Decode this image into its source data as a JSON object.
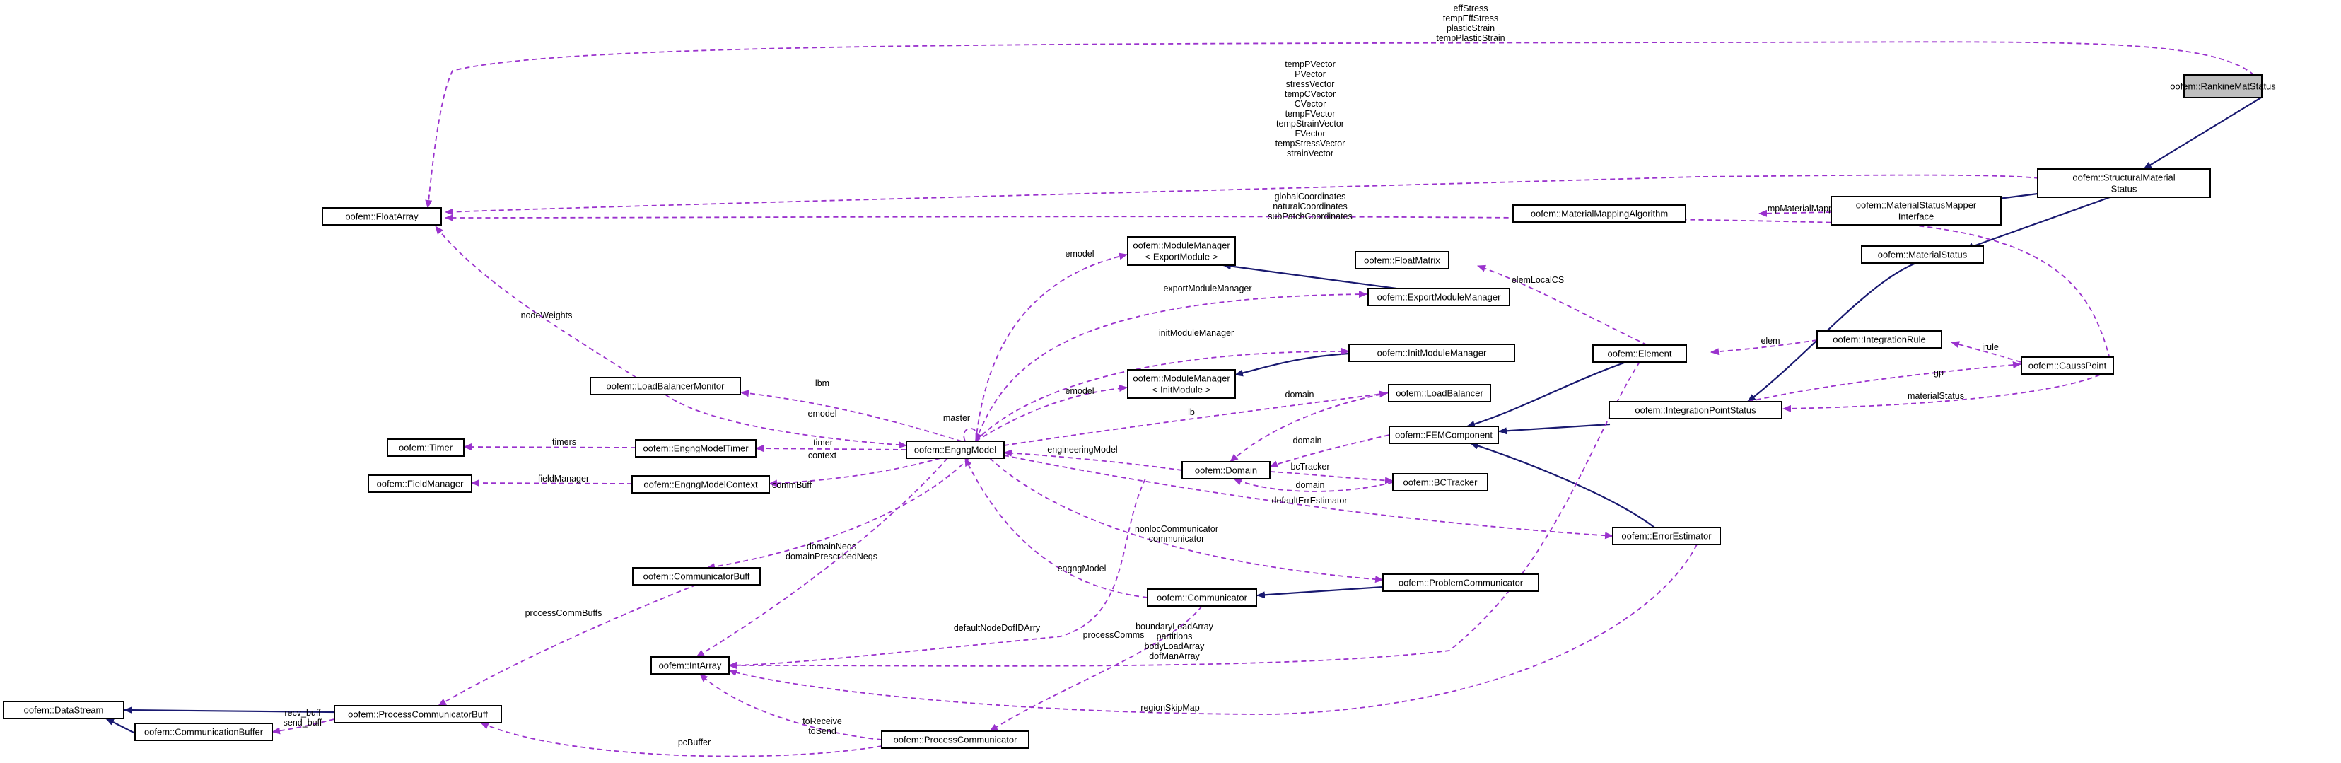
{
  "colors": {
    "inheritance": "#191970",
    "usage": "#9a32cd",
    "highlight": "#bfbfbf"
  },
  "nodes": {
    "rankine": [
      "oofem::RankineMatStatus"
    ],
    "structural": [
      "oofem::StructuralMaterial",
      "Status"
    ],
    "matstatus": [
      "oofem::MaterialStatus"
    ],
    "ipstatus": [
      "oofem::IntegrationPointStatus"
    ],
    "mapper": [
      "oofem::MaterialStatusMapper",
      "Interface"
    ],
    "mapalg": [
      "oofem::MaterialMappingAlgorithm"
    ],
    "floatarray": [
      "oofem::FloatArray"
    ],
    "gausspoint": [
      "oofem::GaussPoint"
    ],
    "intrule": [
      "oofem::IntegrationRule"
    ],
    "element": [
      "oofem::Element"
    ],
    "floatmatrix": [
      "oofem::FloatMatrix"
    ],
    "femcomp": [
      "oofem::FEMComponent"
    ],
    "errest": [
      "oofem::ErrorEstimator"
    ],
    "mm_export": [
      "oofem::ModuleManager",
      "< ExportModule >"
    ],
    "exportmm": [
      "oofem::ExportModuleManager"
    ],
    "initmm": [
      "oofem::InitModuleManager"
    ],
    "mm_init": [
      "oofem::ModuleManager",
      "< InitModule >"
    ],
    "loadbal": [
      "oofem::LoadBalancer"
    ],
    "domain": [
      "oofem::Domain"
    ],
    "bctracker": [
      "oofem::BCTracker"
    ],
    "lbmonitor": [
      "oofem::LoadBalancerMonitor"
    ],
    "engngmodel": [
      "oofem::EngngModel"
    ],
    "timer": [
      "oofem::Timer"
    ],
    "emtimer": [
      "oofem::EngngModelTimer"
    ],
    "fieldmgr": [
      "oofem::FieldManager"
    ],
    "emcontext": [
      "oofem::EngngModelContext"
    ],
    "commbuff": [
      "oofem::CommunicatorBuff"
    ],
    "intarray": [
      "oofem::IntArray"
    ],
    "communicator": [
      "oofem::Communicator"
    ],
    "problemcomm": [
      "oofem::ProblemCommunicator"
    ],
    "processcomm": [
      "oofem::ProcessCommunicator"
    ],
    "pcbuff": [
      "oofem::ProcessCommunicatorBuff"
    ],
    "datastream": [
      "oofem::DataStream"
    ],
    "commbuffer": [
      "oofem::CommunicationBuffer"
    ]
  },
  "edge_labels": {
    "rankine_floatarray": [
      "effStress",
      "tempEffStress",
      "plasticStrain",
      "tempPlasticStrain"
    ],
    "structural_floatarray": [
      "tempPVector",
      "PVector",
      "stressVector",
      "tempCVector",
      "CVector",
      "tempFVector",
      "tempStrainVector",
      "FVector",
      "tempStressVector",
      "strainVector"
    ],
    "gausspoint_floatarray": [
      "globalCoordinates",
      "naturalCoordinates",
      "subPatchCoordinates"
    ],
    "mapalg_mapper": [
      "mpMaterialMapper"
    ],
    "element_floatmatrix": [
      "elemLocalCS"
    ],
    "intrule_element": [
      "elem"
    ],
    "gausspoint_intrule": [
      "irule"
    ],
    "ipstatus_gausspoint": [
      "gp"
    ],
    "gausspoint_ipstatus": [
      "materialStatus"
    ],
    "lbmonitor_floatarray": [
      "nodeWeights"
    ],
    "engngmodel_mm_export": [
      "emodel"
    ],
    "engngmodel_exportmm": [
      "exportModuleManager"
    ],
    "engngmodel_initmm": [
      "initModuleManager"
    ],
    "engngmodel_mm_init": [
      "emodel"
    ],
    "engngmodel_loadbal": [
      "lb"
    ],
    "engngmodel_lbmonitor": [
      "lbm"
    ],
    "lbmonitor_engngmodel": [
      "emodel"
    ],
    "engngmodel_self": [
      "master"
    ],
    "emtimer_timer": [
      "timers"
    ],
    "engngmodel_emtimer": [
      "timer"
    ],
    "emcontext_fieldmgr": [
      "fieldManager"
    ],
    "engngmodel_emcontext": [
      "context"
    ],
    "domain_engngmodel": [
      "engineeringModel"
    ],
    "loadbal_domain": [
      "domain"
    ],
    "femcomp_domain": [
      "domain"
    ],
    "bctracker_domain": [
      "domain"
    ],
    "domain_bctracker": [
      "bcTracker"
    ],
    "engngmodel_errest": [
      "defaultErrEstimator"
    ],
    "engngmodel_commbuff": [
      "commBuff"
    ],
    "engngmodel_intarray": [
      "domainNeqs",
      "domainPrescribedNeqs"
    ],
    "engngmodel_problemcomm": [
      "nonlocCommunicator",
      "communicator"
    ],
    "communicator_engngmodel": [
      "engngModel"
    ],
    "commbuff_pcbuff": [
      "processCommBuffs"
    ],
    "domain_intarray": [
      "defaultNodeDofIDArry"
    ],
    "communicator_processcomm": [
      "processComms"
    ],
    "element_intarray": [
      "boundaryLoadArray",
      "partitions",
      "bodyLoadArray",
      "dofManArray"
    ],
    "errest_intarray": [
      "regionSkipMap"
    ],
    "processcomm_intarray": [
      "toReceive",
      "toSend"
    ],
    "processcomm_pcbuff": [
      "pcBuffer"
    ],
    "pcbuff_commbuffer": [
      "recv_buff",
      "send_buff"
    ]
  }
}
